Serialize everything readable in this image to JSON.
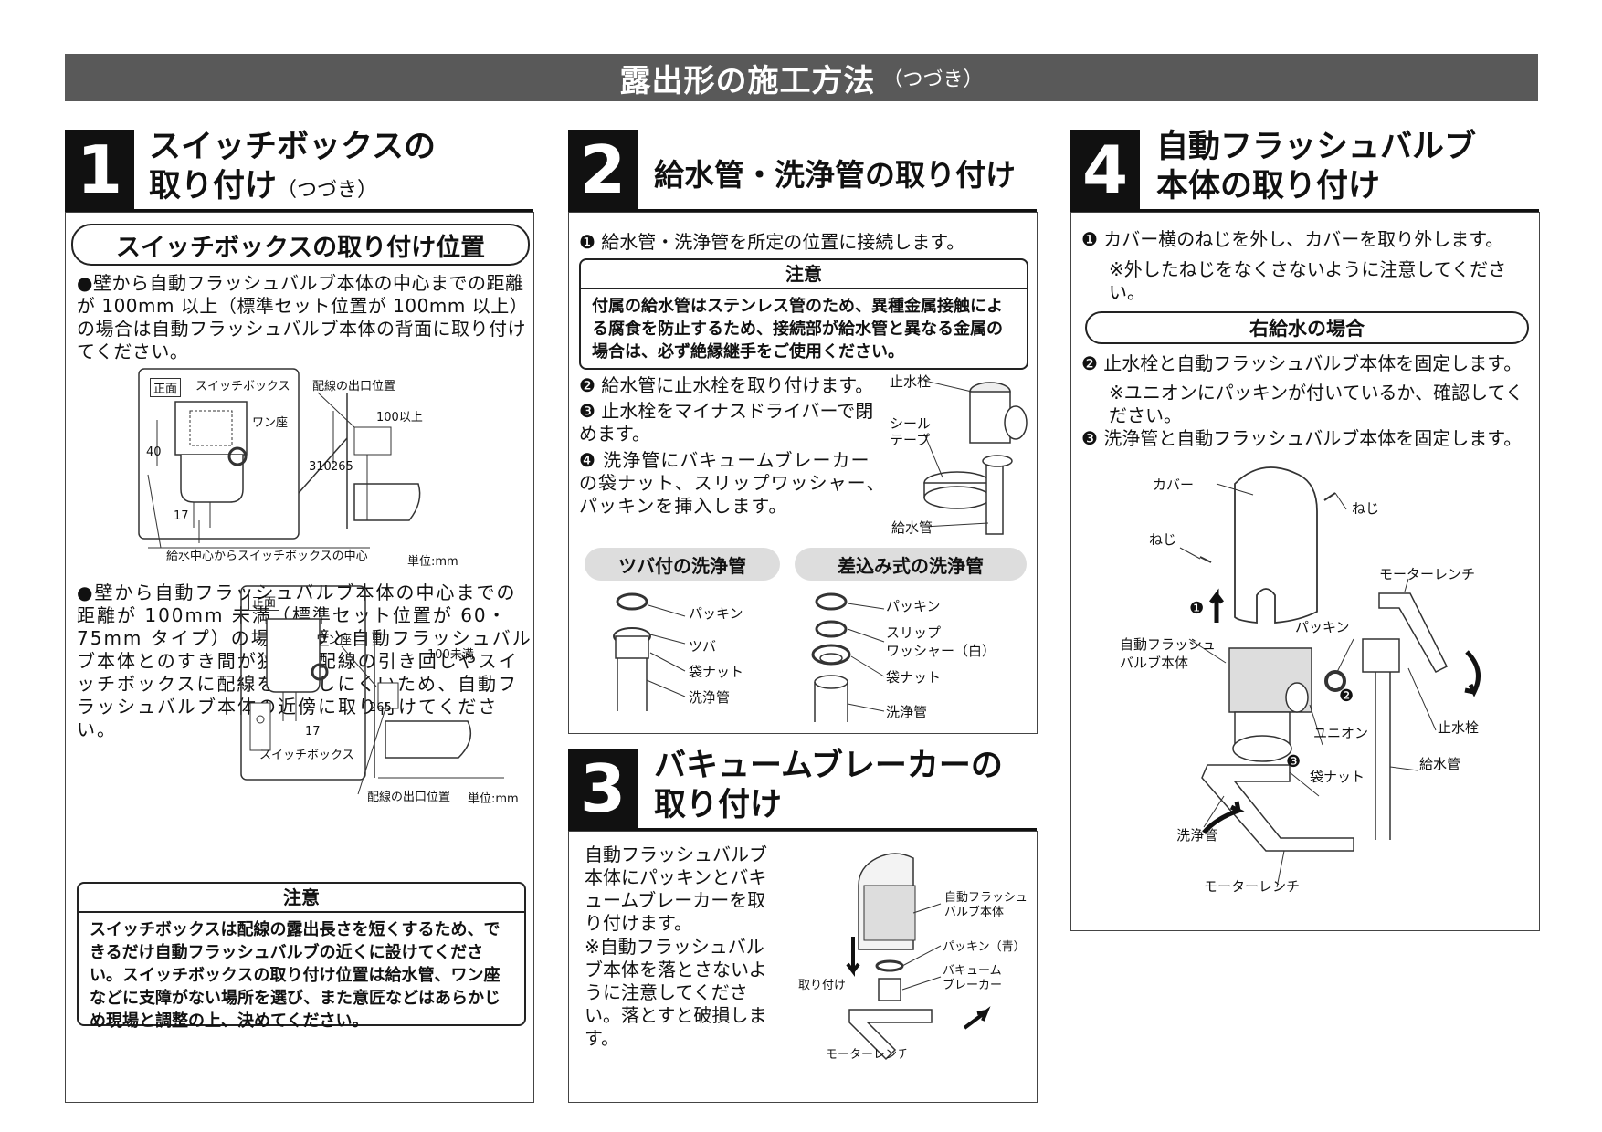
{
  "header": {
    "title": "露出形の施工方法",
    "subtitle": "（つづき）"
  },
  "s1": {
    "number": "1",
    "title_line1": "スイッチボックスの",
    "title_line2": "取り付け",
    "title_sub": "（つづき）",
    "position_heading": "スイッチボックスの取り付け位置",
    "para1": "●壁から自動フラッシュバルブ本体の中心までの距離が 100mm 以上（標準セット位置が 100mm 以上）の場合は自動フラッシュバルブ本体の背面に取り付けてください。",
    "fig1": {
      "front": "正面",
      "switchbox": "スイッチボックス",
      "outlet": "配線の出口位置",
      "wanza": "ワン座",
      "d100": "100以上",
      "d40": "40",
      "d310": "310",
      "d265": "265",
      "d17": "17",
      "center": "給水中心からスイッチボックスの中心",
      "unit": "単位:mm"
    },
    "para2": "●壁から自動フラッシュバルブ本体の中心までの距離が 100mm 未満（標準セット位置が 60・75mm タイプ）の場合は壁と自動フラッシュバルブ本体とのすき間が狭く、配線の引き回しやスイッチボックスに配線を収納しにくいため、自動フラッシュバルブ本体の近傍に取り付けてください。",
    "fig2": {
      "front": "正面",
      "wanza": "ワン座",
      "d100": "100未満",
      "d265": "265",
      "d17": "17",
      "switchbox": "スイッチボックス",
      "outlet": "配線の出口位置",
      "unit": "単位:mm"
    },
    "note_title": "注意",
    "note_body": "スイッチボックスは配線の露出長さを短くするため、できるだけ自動フラッシュバルブの近くに設けてください。スイッチボックスの取り付け位置は給水管、ワン座などに支障がない場所を選び、また意匠などはあらかじめ現場と調整の上、決めてください。"
  },
  "s2": {
    "number": "2",
    "title": "給水管・洗浄管の取り付け",
    "step1": "❶ 給水管・洗浄管を所定の位置に接続します。",
    "note_title": "注意",
    "note_body": "付属の給水管はステンレス管のため、異種金属接触による腐食を防止するため、接続部が給水管と異なる金属の場合は、必ず絶縁継手をご使用ください。",
    "step2": "❷ 給水管に止水栓を取り付けます。",
    "step3": "❸ 止水栓をマイナスドライバーで閉めます。",
    "step4": "❹ 洗浄管にバキュームブレーカーの袋ナット、スリップワッシャー、パッキンを挿入します。",
    "fig": {
      "valve": "止水栓",
      "seal": "シール\nテープ",
      "pipe": "給水管"
    },
    "left_heading": "ツバ付の洗浄管",
    "right_heading": "差込み式の洗浄管",
    "left_labels": [
      "パッキン",
      "ツバ",
      "袋ナット",
      "洗浄管"
    ],
    "right_labels": [
      "パッキン",
      "スリップ\nワッシャー（白）",
      "袋ナット",
      "洗浄管"
    ]
  },
  "s3": {
    "number": "3",
    "title_line1": "バキュームブレーカーの",
    "title_line2": "取り付け",
    "body": "自動フラッシュバルブ本体にパッキンとバキュームブレーカーを取り付けます。",
    "note": "※自動フラッシュバルブ本体を落とさないように注意してください。落とすと破損します。",
    "fig": {
      "body": "自動フラッシュ\nバルブ本体",
      "packing": "パッキン（青）",
      "vb": "バキューム\nブレーカー",
      "attach": "取り付け",
      "wrench": "モーターレンチ"
    }
  },
  "s4": {
    "number": "4",
    "title_line1": "自動フラッシュバルブ",
    "title_line2": "本体の取り付け",
    "step1": "❶ カバー横のねじを外し、カバーを取り外します。",
    "step1_note": "※外したねじをなくさないように注意してください。",
    "right_supply": "右給水の場合",
    "step2": "❷ 止水栓と自動フラッシュバルブ本体を固定します。",
    "step2_note": "※ユニオンにパッキンが付いているか、確認してください。",
    "step3": "❸ 洗浄管と自動フラッシュバルブ本体を固定します。",
    "fig": {
      "cover": "カバー",
      "screw1": "ねじ",
      "screw2": "ねじ",
      "wrench1": "モーターレンチ",
      "packing": "パッキン",
      "body": "自動フラッシュ\nバルブ本体",
      "union": "ユニオン",
      "valve": "止水栓",
      "pipe": "給水管",
      "nut": "袋ナット",
      "flush": "洗浄管",
      "wrench2": "モーターレンチ",
      "m1": "❶",
      "m2": "❷",
      "m3": "❸"
    }
  }
}
